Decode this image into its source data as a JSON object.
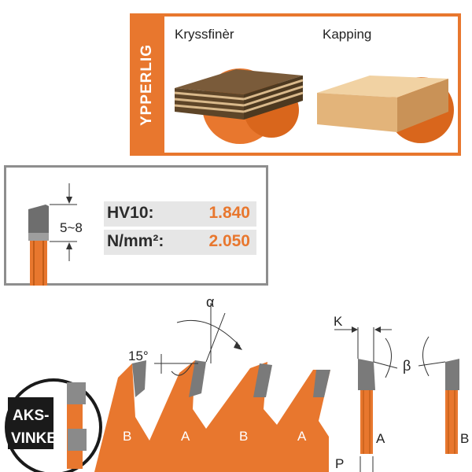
{
  "application": {
    "title": "YPPERLIG",
    "items": [
      {
        "label": "Kryssfinèr"
      },
      {
        "label": "Kapping"
      }
    ]
  },
  "hardness": {
    "dimension": "5~8",
    "rows": [
      {
        "key": "HV10:",
        "value": "1.840"
      },
      {
        "key": "N/mm²:",
        "value": "2.050"
      }
    ]
  },
  "geometry": {
    "alpha": "α",
    "beta": "β",
    "angle_15": "15°",
    "k": "K",
    "p": "P",
    "teeth": [
      "B",
      "A",
      "B",
      "A"
    ],
    "section_a": "A",
    "section_b": "B",
    "badge": [
      "AKS-",
      "VINKEL"
    ]
  },
  "colors": {
    "accent": "#e8772e",
    "steel": "#7a7a7a",
    "panel_border": "#8e8e8e"
  }
}
